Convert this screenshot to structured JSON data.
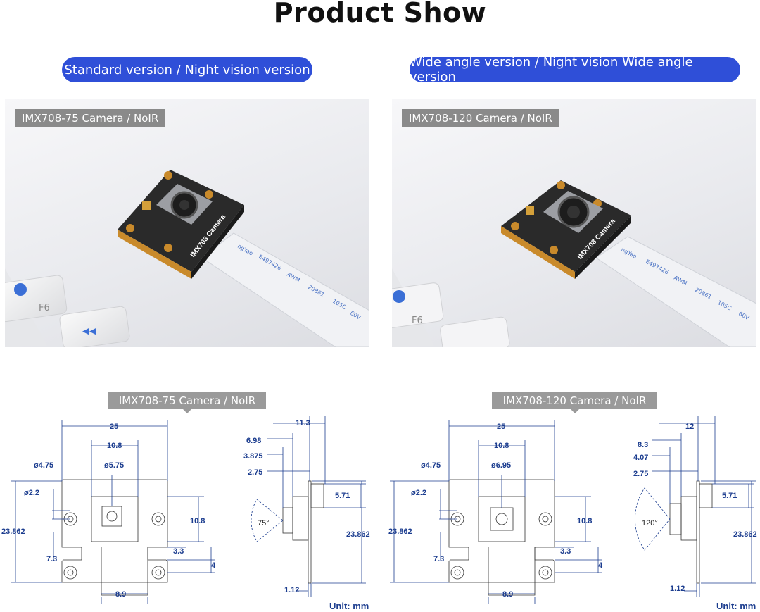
{
  "title": "Product Show",
  "pills": {
    "left": "Standard version / Night vision version",
    "right": "Wide angle version / Night vision Wide angle version"
  },
  "photos": {
    "left_tag": "IMX708-75 Camera / NoIR",
    "right_tag": "IMX708-120 Camera / NoIR",
    "board_label": "IMX708 Camera",
    "cable_text": [
      "ngYao",
      "E497426",
      "AWM",
      "20861",
      "105C",
      "60V"
    ],
    "keys": [
      "F6"
    ]
  },
  "drawings": {
    "left": {
      "tag": "IMX708-75 Camera / NoIR",
      "front": {
        "width": "25",
        "hole_spacing": "10.8",
        "hole_dia": "ø4.75",
        "lens_dia": "ø5.75",
        "mount_dia": "ø2.2",
        "height": "23.862",
        "lens_offset": "10.8",
        "step": "3.3",
        "tab": "4",
        "bottom_offset": "7.3",
        "tab_width": "8.9"
      },
      "side": {
        "total": "11.3",
        "d1": "6.98",
        "d2": "3.875",
        "d3": "2.75",
        "conn": "5.71",
        "height": "23.862",
        "thick": "1.12",
        "fov": "75°"
      },
      "unit": "Unit: mm"
    },
    "right": {
      "tag": "IMX708-120 Camera / NoIR",
      "front": {
        "width": "25",
        "hole_spacing": "10.8",
        "hole_dia": "ø4.75",
        "lens_dia": "ø6.95",
        "mount_dia": "ø2.2",
        "height": "23.862",
        "lens_offset": "10.8",
        "step": "3.3",
        "tab": "4",
        "bottom_offset": "7.3",
        "tab_width": "8.9"
      },
      "side": {
        "total": "12",
        "d1": "8.3",
        "d2": "4.07",
        "d3": "2.75",
        "conn": "5.71",
        "height": "23.862",
        "thick": "1.12",
        "fov": "120°"
      },
      "unit": "Unit: mm"
    }
  },
  "colors": {
    "accent": "#2f4fd8",
    "dimension": "#1c3d8f",
    "tag": "#8a8a8a"
  }
}
